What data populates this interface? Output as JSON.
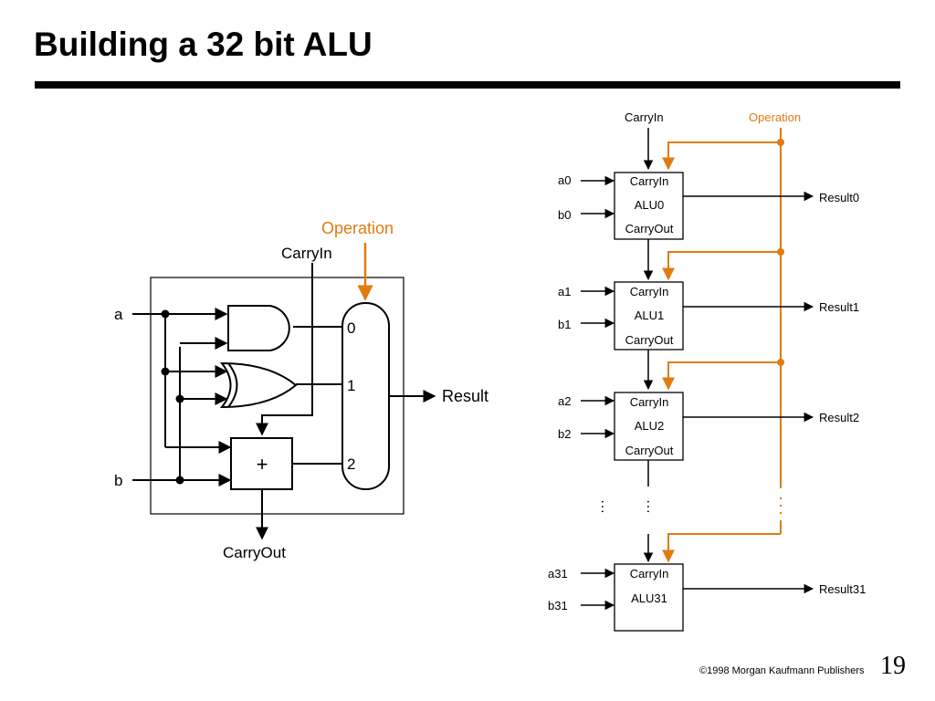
{
  "title": "Building a 32 bit ALU",
  "colors": {
    "black": "#000000",
    "accent_orange": "#E07B10"
  },
  "one_bit_alu": {
    "operation_label": "Operation",
    "carry_in_label": "CarryIn",
    "input_a_label": "a",
    "input_b_label": "b",
    "adder_symbol": "+",
    "mux_inputs": [
      "0",
      "1",
      "2"
    ],
    "result_label": "Result",
    "carry_out_label": "CarryOut"
  },
  "ripple_alu": {
    "carry_in_label": "CarryIn",
    "operation_label": "Operation",
    "stages": [
      {
        "a": "a0",
        "b": "b0",
        "block_carry_in": "CarryIn",
        "name": "ALU0",
        "block_carry_out": "CarryOut",
        "result": "Result0"
      },
      {
        "a": "a1",
        "b": "b1",
        "block_carry_in": "CarryIn",
        "name": "ALU1",
        "block_carry_out": "CarryOut",
        "result": "Result1"
      },
      {
        "a": "a2",
        "b": "b2",
        "block_carry_in": "CarryIn",
        "name": "ALU2",
        "block_carry_out": "CarryOut",
        "result": "Result2"
      },
      {
        "a": "a31",
        "b": "b31",
        "block_carry_in": "CarryIn",
        "name": "ALU31",
        "block_carry_out": "",
        "result": "Result31"
      }
    ]
  },
  "footer": {
    "copyright": "©1998 Morgan Kaufmann Publishers",
    "page": "19"
  }
}
